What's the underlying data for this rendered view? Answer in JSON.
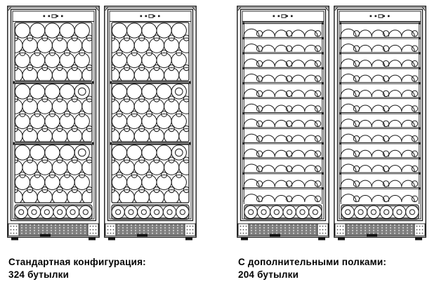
{
  "figure": {
    "background": "#ffffff",
    "colors": {
      "line": "#1a1a1a",
      "grille_fill": "#7f7f7f",
      "grille_slots": "#ffffff",
      "plate_dots": "#4d4d4d",
      "foot": "#111111",
      "text": "#000000"
    },
    "units": [
      {
        "name": "standard-configuration",
        "caption_line1": "Стандартная конфигурация:",
        "caption_line2": "324 бутылки",
        "cabinet_type": "bulk",
        "cabinet_count": 2,
        "bulk_sections": 3,
        "bulk_rows_per_section": 4,
        "bottom_row_bottles": 6,
        "control_panel_leds": 4,
        "control_panel_display": true
      },
      {
        "name": "additional-shelves",
        "caption_line1": "С дополнительными полками:",
        "caption_line2": "204 бутылки",
        "cabinet_type": "shelves",
        "cabinet_count": 2,
        "shelf_rows": 12,
        "bottles_per_shelf_arcs": 6,
        "bottom_row_bottles": 6,
        "control_panel_leds": 4,
        "control_panel_display": true
      }
    ]
  }
}
